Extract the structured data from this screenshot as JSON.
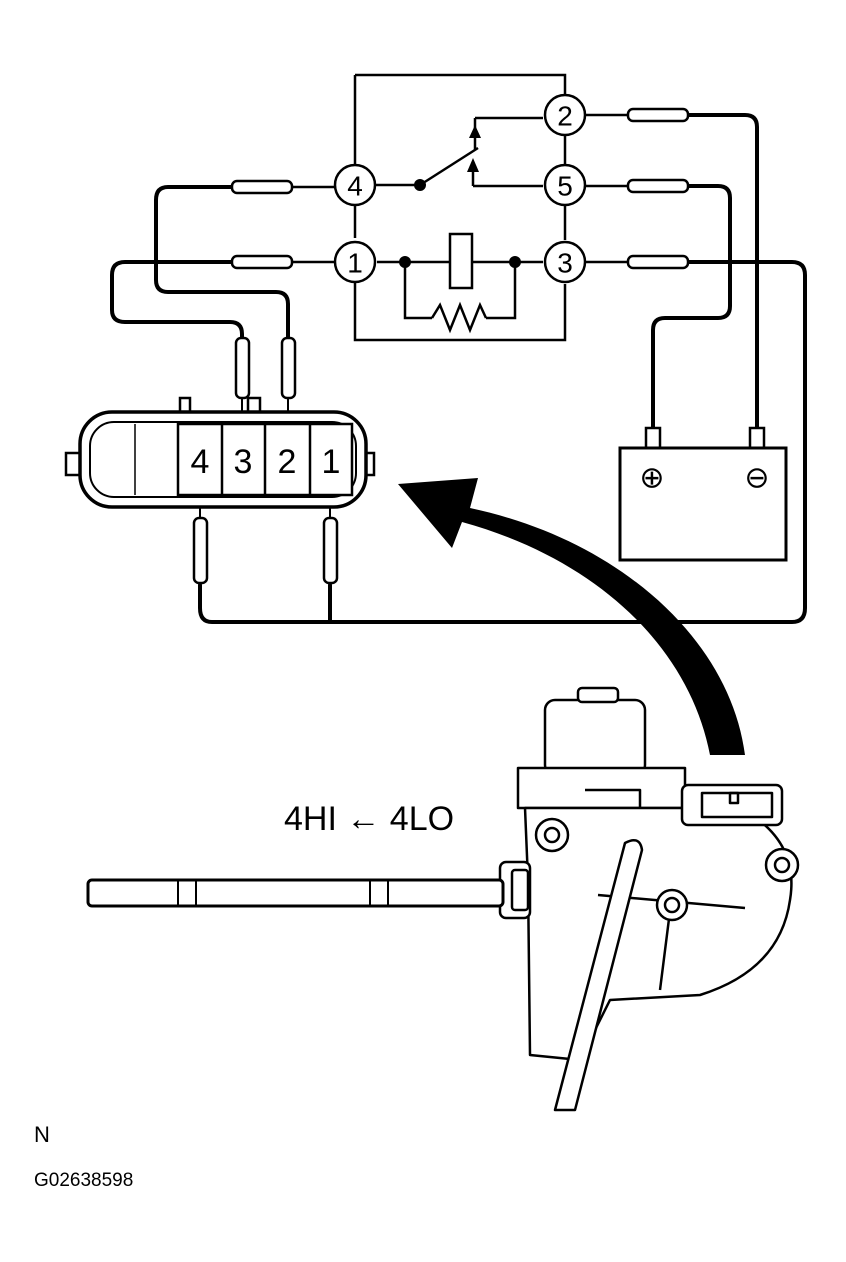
{
  "relay": {
    "terminals": [
      {
        "id": "t4",
        "label": "4"
      },
      {
        "id": "t2",
        "label": "2"
      },
      {
        "id": "t5",
        "label": "5"
      },
      {
        "id": "t1",
        "label": "1"
      },
      {
        "id": "t3",
        "label": "3"
      }
    ]
  },
  "connector": {
    "slots": [
      {
        "label": "4"
      },
      {
        "label": "3"
      },
      {
        "label": "2"
      },
      {
        "label": "1"
      }
    ]
  },
  "battery": {
    "positive_symbol": "⊕",
    "negative_symbol": "⊖"
  },
  "actuator": {
    "direction_label": "4HI ← 4LO"
  },
  "footer": {
    "view_letter": "N",
    "figure_id": "G02638598"
  }
}
